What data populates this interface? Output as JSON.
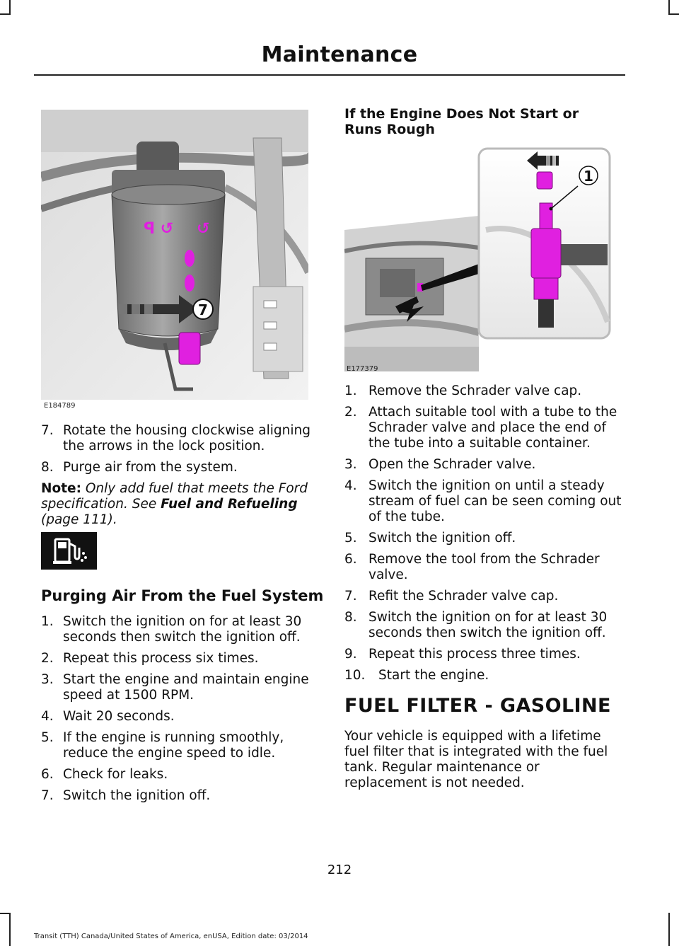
{
  "header": {
    "title": "Maintenance"
  },
  "figure_left": {
    "callout": "7",
    "caption": "E184789"
  },
  "left_list": [
    {
      "num": "7.",
      "text": "Rotate the housing clockwise aligning the arrows in the lock position."
    },
    {
      "num": "8.",
      "text": "Purge air from the system."
    }
  ],
  "note": {
    "label": "Note:",
    "text": "Only add fuel that meets the Ford specification.  See",
    "link": "Fuel and Refueling",
    "page": "(page 111)."
  },
  "icon": {
    "name": "fuel-pump-icon",
    "bg": "#111111"
  },
  "purge": {
    "title": "Purging Air From the Fuel System",
    "steps": [
      {
        "num": "1.",
        "text": "Switch the ignition on for at least 30 seconds then switch the ignition off."
      },
      {
        "num": "2.",
        "text": "Repeat this process six times."
      },
      {
        "num": "3.",
        "text": "Start the engine and maintain engine speed at 1500 RPM."
      },
      {
        "num": "4.",
        "text": "Wait 20 seconds."
      },
      {
        "num": "5.",
        "text": "If the engine is running smoothly, reduce the engine speed to idle."
      },
      {
        "num": "6.",
        "text": "Check for leaks."
      },
      {
        "num": "7.",
        "text": "Switch the ignition off."
      }
    ]
  },
  "rough": {
    "title": "If the Engine Does Not Start or Runs Rough",
    "figure_callout": "1",
    "caption": "E177379",
    "steps": [
      {
        "num": "1.",
        "text": "Remove the Schrader valve cap."
      },
      {
        "num": "2.",
        "text": "Attach suitable tool with a tube to the Schrader valve and place the end of the tube into a suitable container."
      },
      {
        "num": "3.",
        "text": "Open the Schrader valve."
      },
      {
        "num": "4.",
        "text": "Switch the ignition on until a steady stream of fuel can be seen coming out of the tube."
      },
      {
        "num": "5.",
        "text": "Switch the ignition off."
      },
      {
        "num": "6.",
        "text": "Remove the tool from the Schrader valve."
      },
      {
        "num": "7.",
        "text": "Refit the Schrader valve cap."
      },
      {
        "num": "8.",
        "text": "Switch the ignition on for at least 30 seconds then switch the ignition off."
      },
      {
        "num": "9.",
        "text": "Repeat this process three times."
      },
      {
        "num": "10.",
        "text": "Start the engine."
      }
    ]
  },
  "gasoline": {
    "title": "FUEL FILTER - GASOLINE",
    "text": "Your vehicle is equipped with a lifetime fuel filter that is integrated with the fuel tank. Regular maintenance or replacement is not needed."
  },
  "footer": {
    "page_number": "212",
    "edition": "Transit (TTH) Canada/United States of America, enUSA, Edition date: 03/2014"
  },
  "colors": {
    "highlight": "#e020e0",
    "text": "#111111"
  }
}
